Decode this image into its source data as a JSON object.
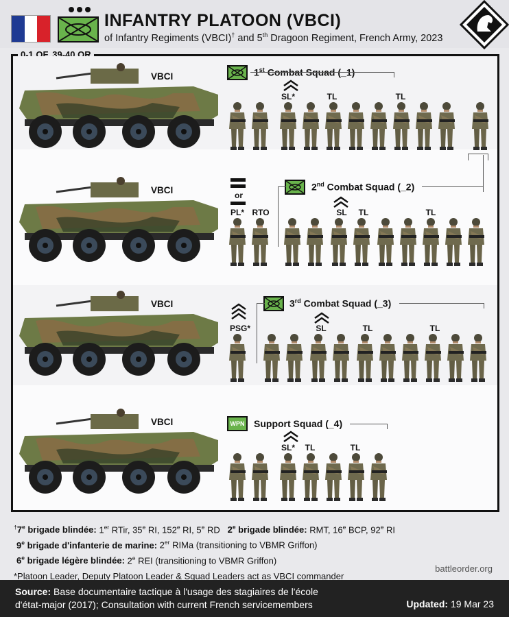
{
  "header": {
    "title": "INFANTRY PLATOON (VBCI)",
    "subtitle_pre": "of Infantry Regiments (VBCI)",
    "subtitle_dagger": "†",
    "subtitle_mid": " and 5",
    "subtitle_sup": "th",
    "subtitle_post": " Dragoon Regiment, French Army, 2023",
    "flag_colors": [
      "#1f3a93",
      "#ffffff",
      "#d8222a"
    ],
    "unit_color": "#69b34c"
  },
  "strength": "0-1 OF, 39-40 OR",
  "vehicle_label": "VBCI",
  "squads": [
    {
      "ord": "1",
      "sup": "st",
      "name": " Combat Squad (_1)"
    },
    {
      "ord": "2",
      "sup": "nd",
      "name": " Combat Squad (_2)"
    },
    {
      "ord": "3",
      "sup": "rd",
      "name": " Combat Squad (_3)"
    },
    {
      "ord": "",
      "sup": "",
      "name": "Support Squad (_4)",
      "symbol": "WPN"
    }
  ],
  "roles": {
    "sl_star": "SL*",
    "sl": "SL",
    "tl": "TL",
    "pl_star": "PL*",
    "rto": "RTO",
    "psg_star": "PSG*",
    "or": "or"
  },
  "notes": {
    "line1_dagger": "†",
    "line1_b1": "7",
    "line1_b1_sup": "e",
    "line1_b1_rest": " brigade blindée:",
    "line1_t1a": " 1",
    "line1_t1_sup": "er",
    "line1_t1b": " RTir, 35",
    "line1_t1_sup2": "e",
    "line1_t1c": " RI, 152",
    "line1_t1_sup3": "e",
    "line1_t1d": " RI, 5",
    "line1_t1_sup4": "e",
    "line1_t1e": " RD",
    "line1_b2": "2",
    "line1_b2_sup": "e",
    "line1_b2_rest": " brigade blindée:",
    "line1_t2a": " RMT, 16",
    "line1_t2_sup": "e",
    "line1_t2b": " BCP, 92",
    "line1_t2_sup2": "e",
    "line1_t2c": " RI",
    "line2_b": "9",
    "line2_b_sup": "e",
    "line2_b_rest": " brigade d'infanterie de marine:",
    "line2_ta": " 2",
    "line2_t_sup": "er",
    "line2_tb": " RIMa (transitioning to VBMR Griffon)",
    "line3_b": "6",
    "line3_b_sup": "e",
    "line3_b_rest": " brigade légère blindée:",
    "line3_ta": " 2",
    "line3_t_sup": "e",
    "line3_tb": " REI (transitioning to VBMR Griffon)",
    "line4": "*Platoon Leader, Deputy Platoon Leader & Squad Leaders act as VBCI commander"
  },
  "credit": "battleorder.org",
  "footer": {
    "source_label": "Source:",
    "source_line1": " Base documentaire tactique à l'usage des stagiaires de l'école",
    "source_line2": "d'état-major (2017); Consultation with current French servicemembers",
    "updated_label": "Updated:",
    "updated_value": " 19 Mar 23"
  }
}
